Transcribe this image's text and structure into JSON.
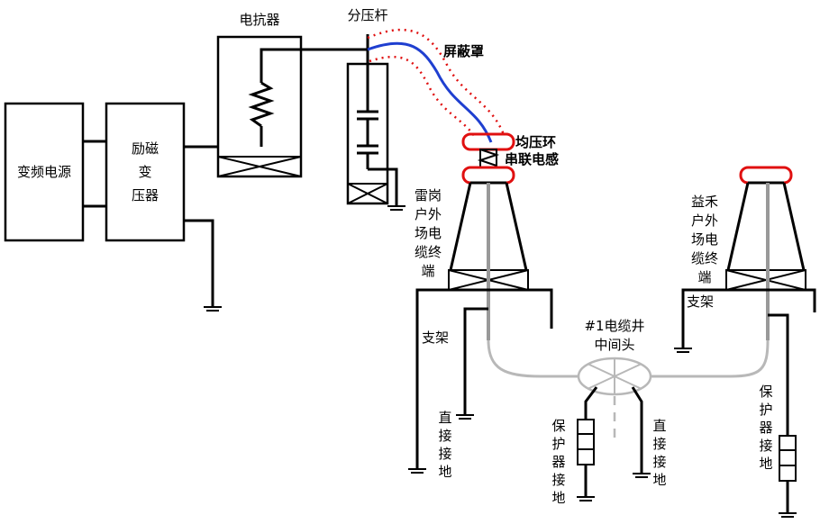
{
  "labels": {
    "vfd": "变频电源",
    "exciter": [
      "励磁",
      "变",
      "压器"
    ],
    "reactor": "电抗器",
    "divider": "分压杆",
    "shield": "屏蔽罩",
    "grading_ring": "均压环",
    "series_inductor": "串联电感",
    "left_terminal": [
      "雷岗",
      "户外",
      "场电",
      "缆终",
      "端"
    ],
    "right_terminal": [
      "益禾",
      "户外",
      "场电",
      "缆终",
      "端"
    ],
    "left_support": "支架",
    "right_support": "支架",
    "joint": [
      "#1电缆井",
      "中间头"
    ],
    "direct_ground_left": [
      "直",
      "接",
      "接",
      "地"
    ],
    "direct_ground_right": [
      "直",
      "接",
      "接",
      "地"
    ],
    "protector_ground_left": [
      "保",
      "护",
      "器",
      "接",
      "地"
    ],
    "protector_ground_right": [
      "保",
      "护",
      "器",
      "接",
      "地"
    ]
  },
  "colors": {
    "line": "#000000",
    "hv_lead": "#1f3fd0",
    "shield": "#e01010",
    "cable": "#b8b8b8"
  }
}
